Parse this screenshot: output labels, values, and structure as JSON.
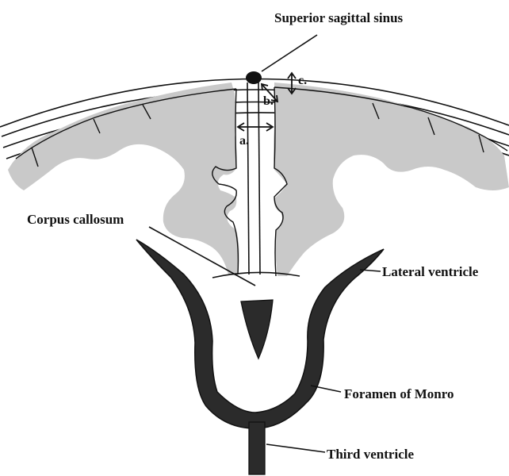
{
  "labels": {
    "superior_sagittal_sinus": "Superior sagittal sinus",
    "corpus_callosum": "Corpus callosum",
    "lateral_ventricle": "Lateral ventricle",
    "foramen_of_monro": "Foramen of Monro",
    "third_ventricle": "Third ventricle",
    "dimension_a": "a.",
    "dimension_b": "b.",
    "dimension_c": "c."
  },
  "colors": {
    "ink": "#111111",
    "ventricle_fill": "#2b2b2b",
    "cortex_gray": "#c8c8c8",
    "background": "#ffffff"
  }
}
